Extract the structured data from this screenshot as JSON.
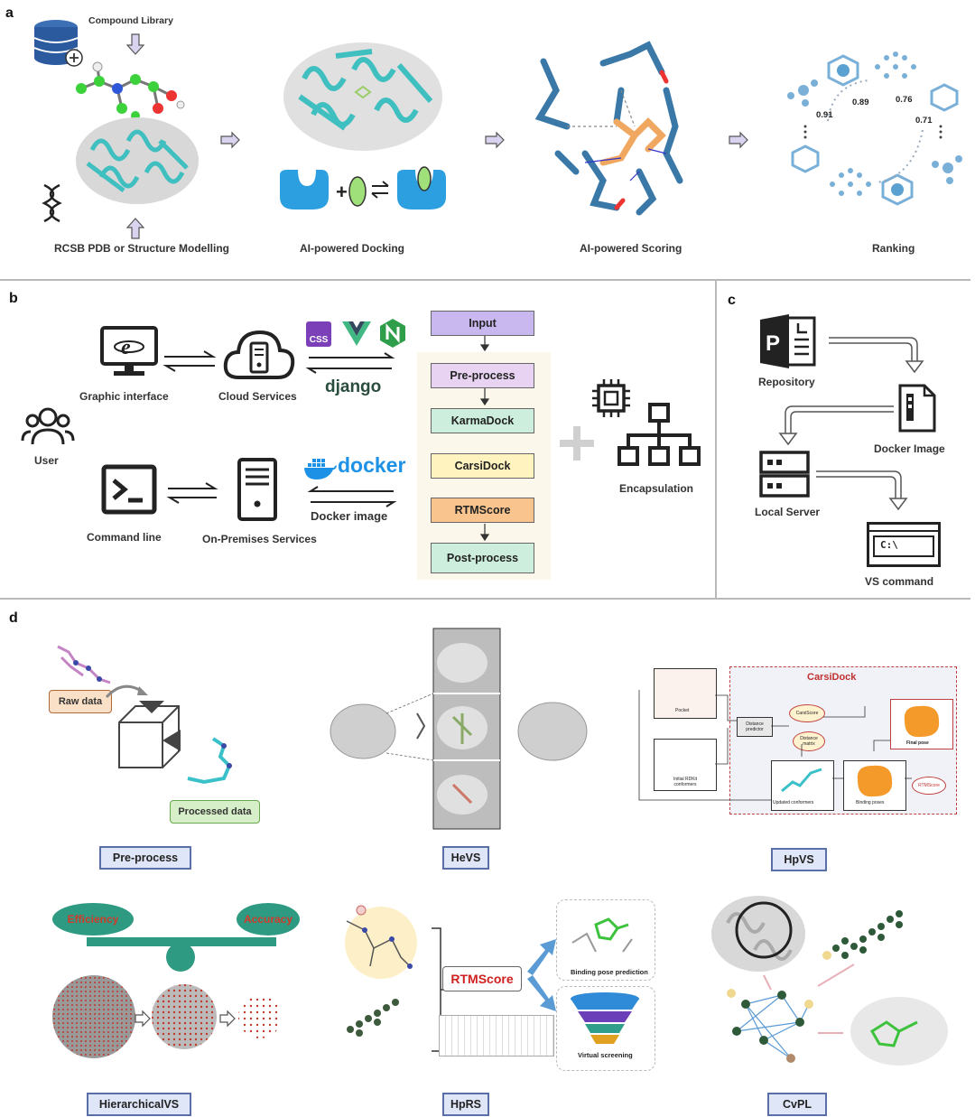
{
  "panels": {
    "a": "a",
    "b": "b",
    "c": "c",
    "d": "d"
  },
  "panel_a": {
    "compound_library": "Compound Library",
    "steps": [
      "RCSB PDB or Structure Modelling",
      "AI-powered Docking",
      "AI-powered Scoring",
      "Ranking"
    ],
    "scores": [
      "0.91",
      "0.89",
      "0.76",
      "0.71"
    ]
  },
  "panel_b": {
    "user": "User",
    "graphic_interface": "Graphic interface",
    "cloud_services": "Cloud Services",
    "command_line": "Command line",
    "on_premises": "On-Premises Services",
    "django": "django",
    "docker": "docker",
    "docker_image": "Docker image",
    "css": "CSS",
    "encapsulation": "Encapsulation",
    "flow": [
      "Input",
      "Pre-process",
      "KarmaDock",
      "CarsiDock",
      "RTMScore",
      "Post-process"
    ]
  },
  "panel_c": {
    "repository": "Repository",
    "docker_image": "Docker Image",
    "local_server": "Local Server",
    "vs_command": "VS command",
    "prompt": "C:\\"
  },
  "panel_d": {
    "raw_data": "Raw data",
    "processed_data": "Processed data",
    "carsidock_title": "CarsiDock",
    "carsi_pocket": "Pocket",
    "carsi_initial": "Initial RDKit conformers",
    "carsi_distance_predictor": "Distance predictor",
    "carsi_carsiscore": "CarsiScore",
    "carsi_distance_matrix": "Distance matrix",
    "carsi_final": "Final pose",
    "carsi_updated": "Updated conformers",
    "carsi_binding": "Binding poses",
    "carsi_rtmscore": "RTMScore",
    "efficiency": "Efficiency",
    "accuracy": "Accuracy",
    "rtmscore": "RTMScore",
    "binding_pose_prediction": "Binding pose prediction",
    "virtual_screening": "Virtual screening",
    "tags": [
      "Pre-process",
      "HeVS",
      "HpVS",
      "HierarchicalVS",
      "HpRS",
      "CvPL"
    ]
  },
  "colors": {
    "protein": "#3fbfbf",
    "input_box": "#c9b7ef",
    "preprocess_box": "#e8d4f2",
    "green_box": "#cdeedd",
    "yellow_box": "#fff3bf",
    "orange_box": "#f9c48d",
    "tag_fill": "#dfe6f7",
    "tag_border": "#5a6fa8",
    "balance": "#2e9a82"
  }
}
